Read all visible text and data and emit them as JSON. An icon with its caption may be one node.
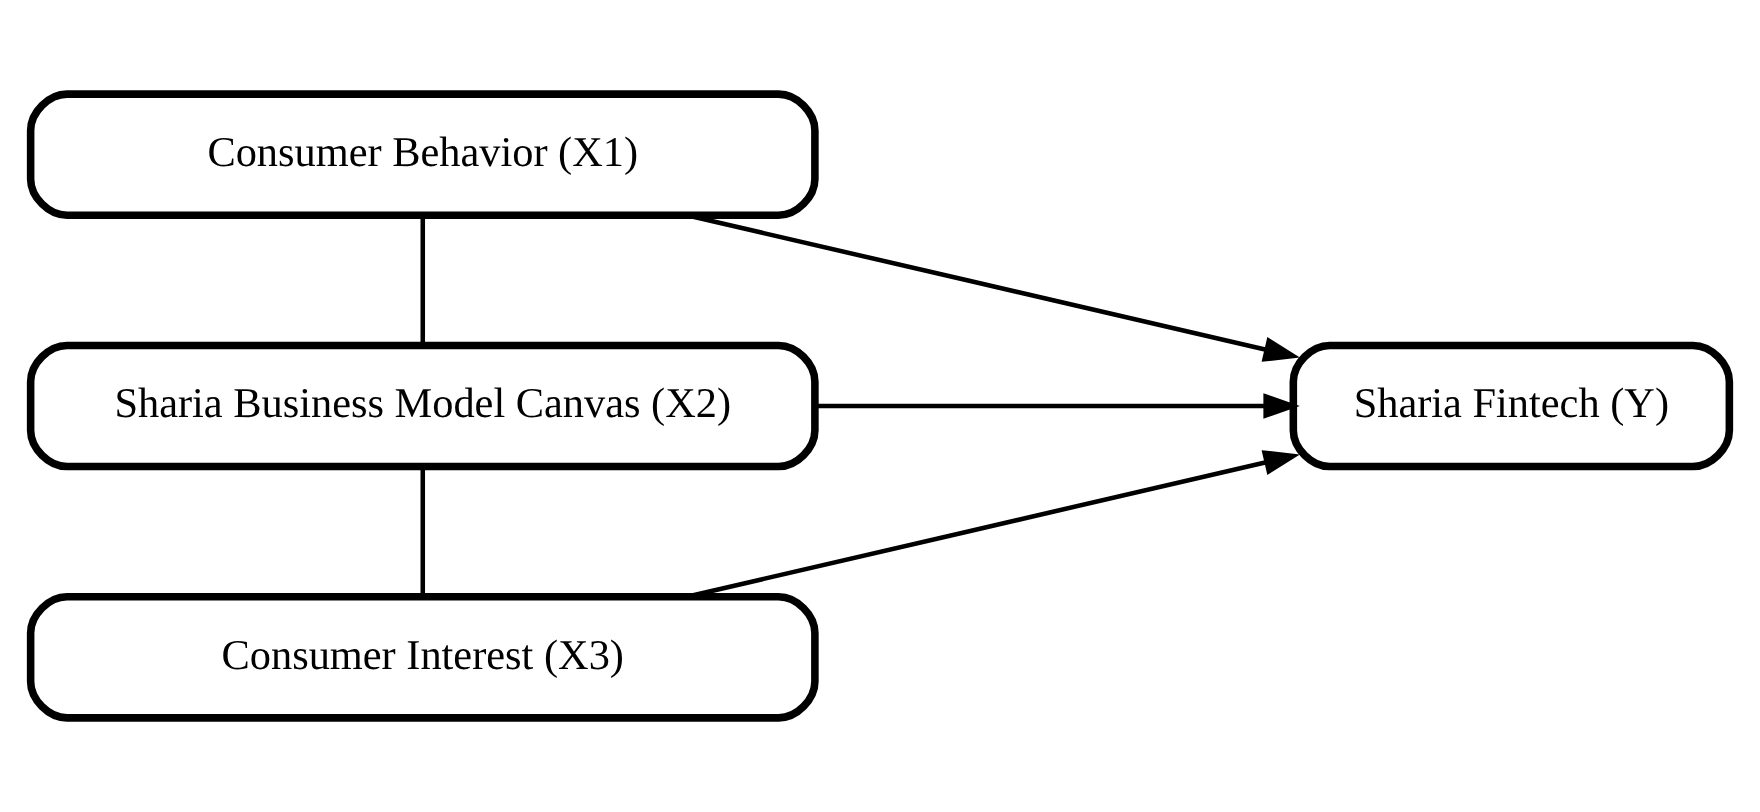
{
  "diagram": {
    "nodes": [
      {
        "text": [
          "Consumer Behavior (X1)"
        ]
      },
      {
        "text": [
          "Sharia Business Model Canvas (X2)"
        ]
      },
      {
        "text": [
          "Consumer Interest (X3)"
        ]
      },
      {
        "text": [
          "Sharia Fintech (Y)"
        ]
      }
    ],
    "edges": [
      {
        "from": 0,
        "to": 1,
        "arrow": "none"
      },
      {
        "from": 1,
        "to": 2,
        "arrow": "none"
      },
      {
        "from": 0,
        "to": 3,
        "arrow": "to"
      },
      {
        "from": 1,
        "to": 3,
        "arrow": "to"
      },
      {
        "from": 2,
        "to": 3,
        "arrow": "to"
      }
    ]
  }
}
